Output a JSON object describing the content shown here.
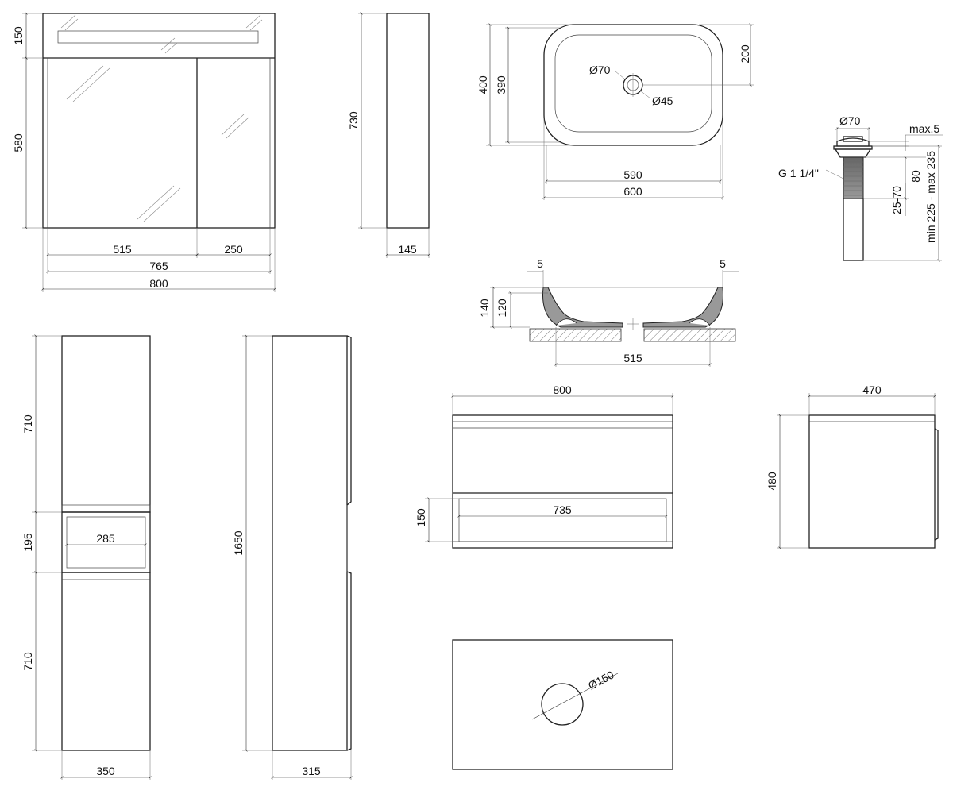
{
  "dimensions": {
    "mirror": {
      "top_height": "150",
      "mirror_height": "580",
      "left_door": "515",
      "right_door": "250",
      "inner_width": "765",
      "total_width": "800",
      "side_height": "730",
      "depth": "145"
    },
    "basin": {
      "total_depth": "400",
      "inner_depth": "390",
      "drain_offset": "200",
      "hole_d": "Ø70",
      "drain_d": "Ø45",
      "inner_width": "590",
      "total_width": "600"
    },
    "drain": {
      "head_d": "Ø70",
      "max_gap": "max.5",
      "thread": "G 1 1/4\"",
      "thread_len": "80",
      "body_len": "25-70",
      "total_len": "min 225 - max 235"
    },
    "profile": {
      "rim_left": "5",
      "rim_right": "5",
      "total_height": "140",
      "inner_height": "120",
      "base_width": "515"
    },
    "column": {
      "upper": "710",
      "niche": "195",
      "lower": "710",
      "niche_width": "285",
      "width": "350",
      "height": "1650",
      "depth": "315"
    },
    "vanity": {
      "width": "800",
      "drawer_height": "150",
      "shelf_width": "735",
      "side_depth": "470",
      "height": "480",
      "top_hole": "Ø150"
    }
  }
}
